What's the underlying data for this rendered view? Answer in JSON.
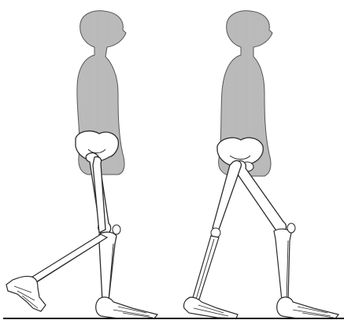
{
  "figures": [
    {
      "id": "left",
      "pose": "swing-leg-behind"
    },
    {
      "id": "right",
      "pose": "double-stance"
    }
  ],
  "colors": {
    "body_fill": "#b9b9b9",
    "body_stroke": "#555555",
    "bone_fill": "#ffffff",
    "bone_stroke": "#2b2b2b",
    "ground": "#111111",
    "background": "#ffffff"
  }
}
